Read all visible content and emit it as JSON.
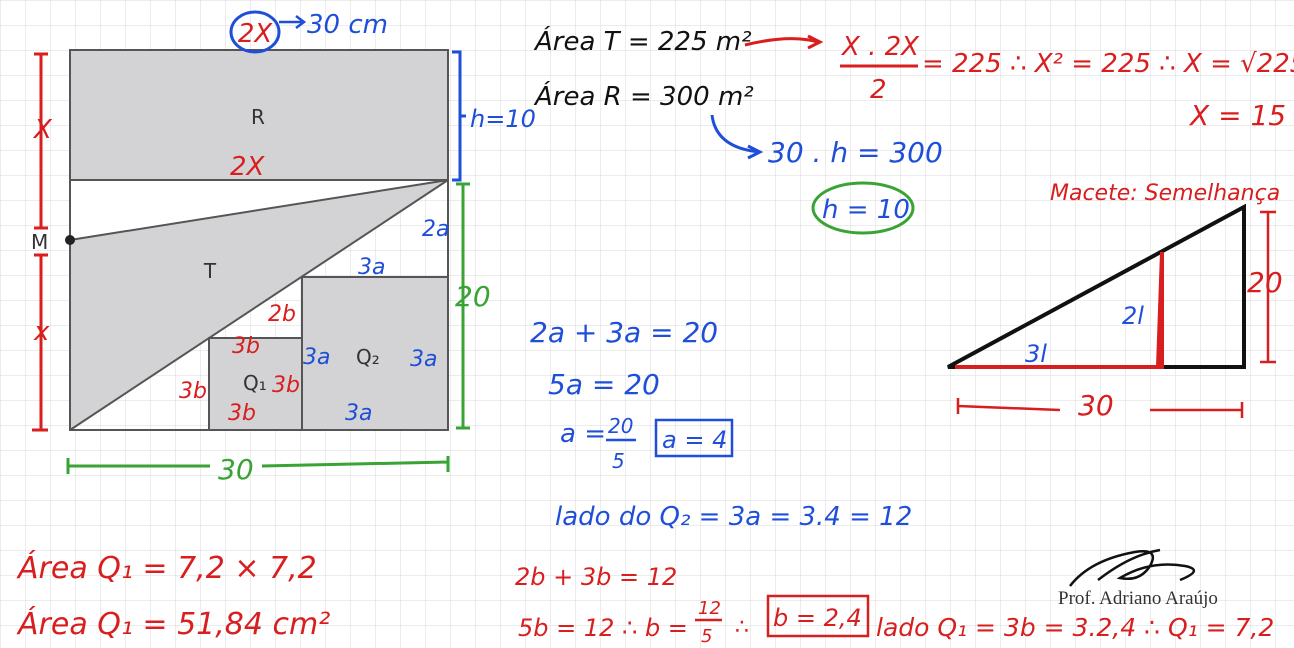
{
  "colors": {
    "red": "#d81e1e",
    "blue": "#1f4fd8",
    "green": "#3aa335",
    "black": "#111111",
    "shade": "#d3d3d5",
    "grid": "#d9d9d9"
  },
  "figure": {
    "label_r": "R",
    "label_t": "T",
    "label_m": "M",
    "label_q1": "Q₁",
    "label_q2": "Q₂"
  },
  "annotations": {
    "top_2x": "2X",
    "top_30cm": "30 cm",
    "h_10": "h=10",
    "left_x_top": "X",
    "left_x_bottom": "x",
    "r_2x": "2X",
    "t_2a": "2a",
    "t_3a": "3a",
    "side_20": "20",
    "t_2b": "2b",
    "t_3b": "3b",
    "q2_3a_left": "3a",
    "q2_3a_right": "3a",
    "q2_3a_bottom": "3a",
    "q1_3b_left": "3b",
    "q1_3b_right": "3b",
    "q1_3b_bottom": "3b",
    "bottom_30": "30"
  },
  "work": {
    "area_t": "Área T = 225 m²",
    "area_r": "Área R = 300 m²",
    "eq_x_1": "X . 2X",
    "eq_x_den": "2",
    "eq_x_2": "= 225 ∴ X² = 225 ∴ X = √225",
    "x_result": "X = 15",
    "h_eq": "30 . h = 300",
    "h_result": "h = 10",
    "macete": "Macete: Semelhança",
    "tri_2l": "2l",
    "tri_3l": "3l",
    "tri_20": "20",
    "tri_30": "30",
    "a_eq1": "2a + 3a = 20",
    "a_eq2": "5a = 20",
    "a_eq3_lhs": "a =",
    "a_eq3_num": "20",
    "a_eq3_den": "5",
    "a_box": "a = 4",
    "lado_q2": "lado do Q₂ = 3a = 3.4 = 12",
    "b_eq1": "2b + 3b = 12",
    "b_eq2": "5b = 12 ∴ b =",
    "b_frac_num": "12",
    "b_frac_den": "5",
    "b_sep": "∴",
    "b_box": "b = 2,4",
    "lado_q1": "lado Q₁ = 3b = 3.2,4 ∴ Q₁ = 7,2",
    "area_q1_a": "Área Q₁ = 7,2 × 7,2",
    "area_q1_b": "Área Q₁ = 51,84 cm²"
  },
  "signature": {
    "name": "Prof. Adriano Araújo"
  }
}
